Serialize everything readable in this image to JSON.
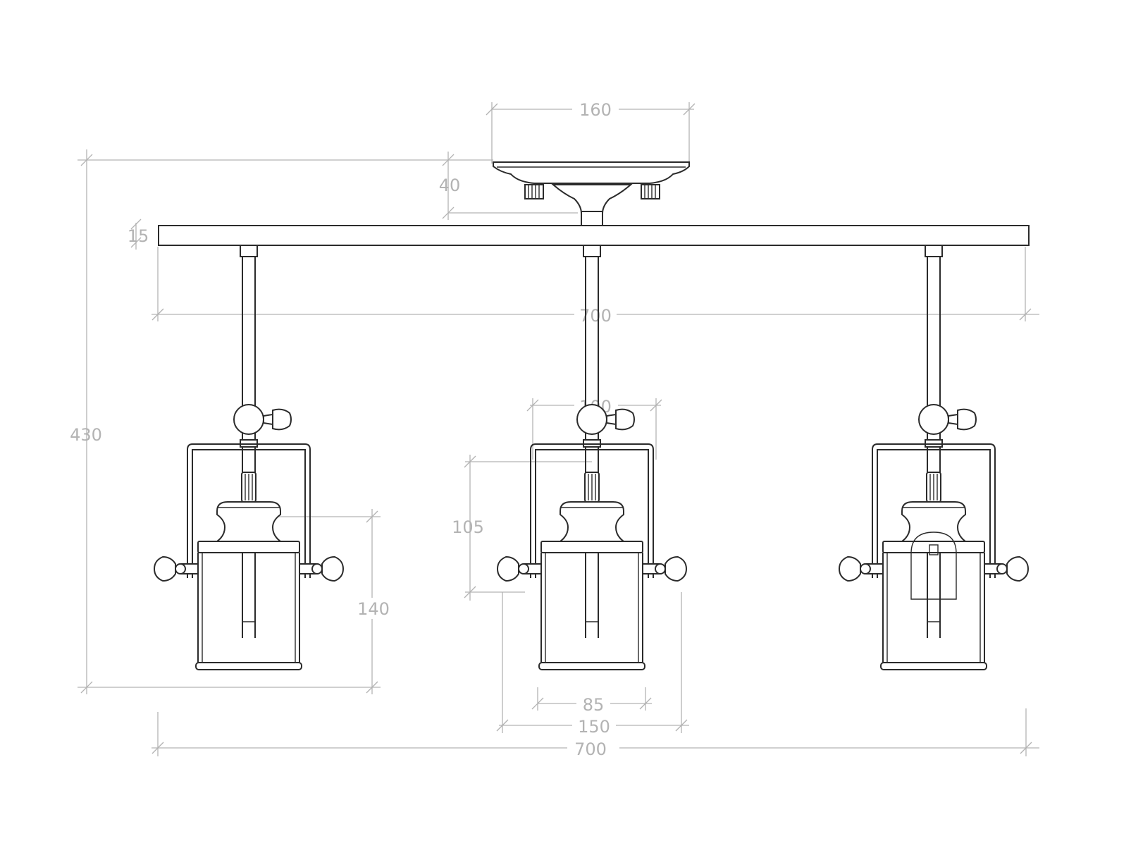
{
  "dimensions": {
    "canopy_width": "160",
    "canopy_height": "40",
    "bar_thickness": "15",
    "bar_length_top": "700",
    "total_height": "430",
    "arm_width": "100",
    "head_height": "105",
    "shade_height": "140",
    "shade_bottom_width": "85",
    "head_overall_width": "150",
    "bar_length_bottom": "700"
  },
  "colors": {
    "drawing_line": "#2b2b2b",
    "dimension_line": "#b3b3b3",
    "background": "#ffffff"
  }
}
